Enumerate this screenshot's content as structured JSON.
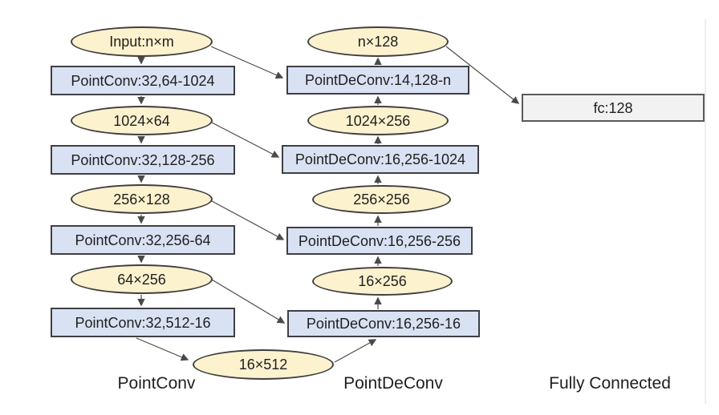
{
  "colors": {
    "ellipse_fill": "#fdf2ce",
    "ellipse_border": "#3f3f3f",
    "rect_fill": "#d9e2f3",
    "rect_border": "#3f3f46",
    "fc_fill": "#f2f2f2",
    "fc_border": "#595959",
    "arrow": "#4a4a4a",
    "text": "#1f1f1f"
  },
  "encoder": {
    "input": "Input:n×m",
    "conv1": "PointConv:32,64-1024",
    "feat1": "1024×64",
    "conv2": "PointConv:32,128-256",
    "feat2": "256×128",
    "conv3": "PointConv:32,256-64",
    "feat3": "64×256",
    "conv4": "PointConv:32,512-16",
    "bottleneck": "16×512",
    "caption": "PointConv"
  },
  "decoder": {
    "output": "n×128",
    "deconv1": "PointDeConv:14,128-n",
    "feat1": "1024×256",
    "deconv2": "PointDeConv:16,256-1024",
    "feat2": "256×256",
    "deconv3": "PointDeConv:16,256-256",
    "feat3": "16×256",
    "deconv4": "PointDeConv:16,256-16",
    "caption": "PointDeConv"
  },
  "fully_connected": {
    "fc": "fc:128",
    "caption": "Fully Connected"
  }
}
